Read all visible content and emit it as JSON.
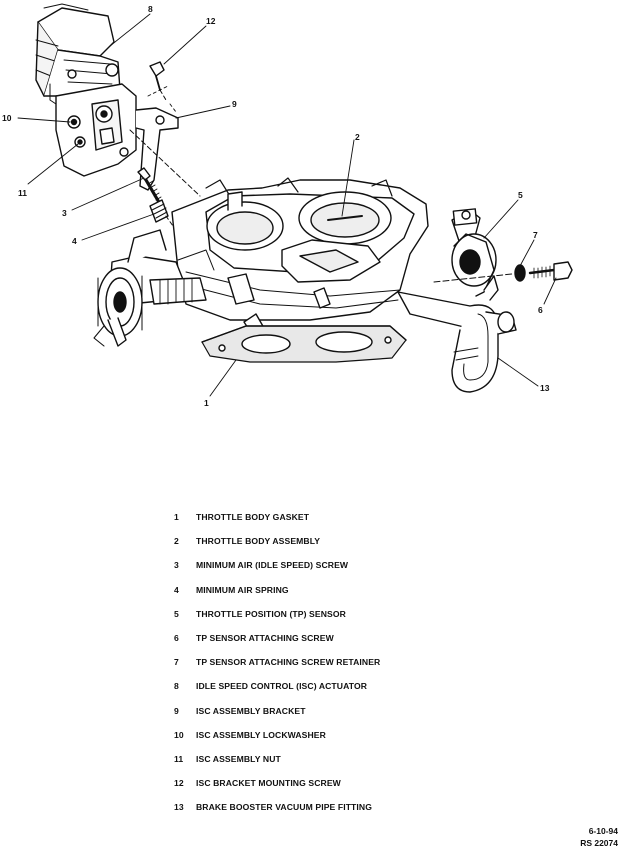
{
  "callouts": [
    {
      "id": "1",
      "text": "1"
    },
    {
      "id": "2",
      "text": "2"
    },
    {
      "id": "3",
      "text": "3"
    },
    {
      "id": "4",
      "text": "4"
    },
    {
      "id": "5",
      "text": "5"
    },
    {
      "id": "6",
      "text": "6"
    },
    {
      "id": "7",
      "text": "7"
    },
    {
      "id": "8",
      "text": "8"
    },
    {
      "id": "9",
      "text": "9"
    },
    {
      "id": "10",
      "text": "10"
    },
    {
      "id": "11",
      "text": "11"
    },
    {
      "id": "12",
      "text": "12"
    },
    {
      "id": "13",
      "text": "13"
    }
  ],
  "legend": [
    {
      "num": "1",
      "label": "THROTTLE BODY GASKET"
    },
    {
      "num": "2",
      "label": "THROTTLE BODY ASSEMBLY"
    },
    {
      "num": "3",
      "label": "MINIMUM AIR (IDLE SPEED) SCREW"
    },
    {
      "num": "4",
      "label": "MINIMUM AIR SPRING"
    },
    {
      "num": "5",
      "label": "THROTTLE POSITION (TP) SENSOR"
    },
    {
      "num": "6",
      "label": "TP SENSOR ATTACHING SCREW"
    },
    {
      "num": "7",
      "label": "TP SENSOR ATTACHING SCREW RETAINER"
    },
    {
      "num": "8",
      "label": "IDLE SPEED CONTROL (ISC) ACTUATOR"
    },
    {
      "num": "9",
      "label": "ISC ASSEMBLY BRACKET"
    },
    {
      "num": "10",
      "label": "ISC ASSEMBLY LOCKWASHER"
    },
    {
      "num": "11",
      "label": "ISC ASSEMBLY NUT"
    },
    {
      "num": "12",
      "label": "ISC BRACKET MOUNTING SCREW"
    },
    {
      "num": "13",
      "label": "BRAKE BOOSTER VACUUM PIPE FITTING"
    }
  ],
  "doc": {
    "date": "6-10-94",
    "code": "RS 22074"
  }
}
